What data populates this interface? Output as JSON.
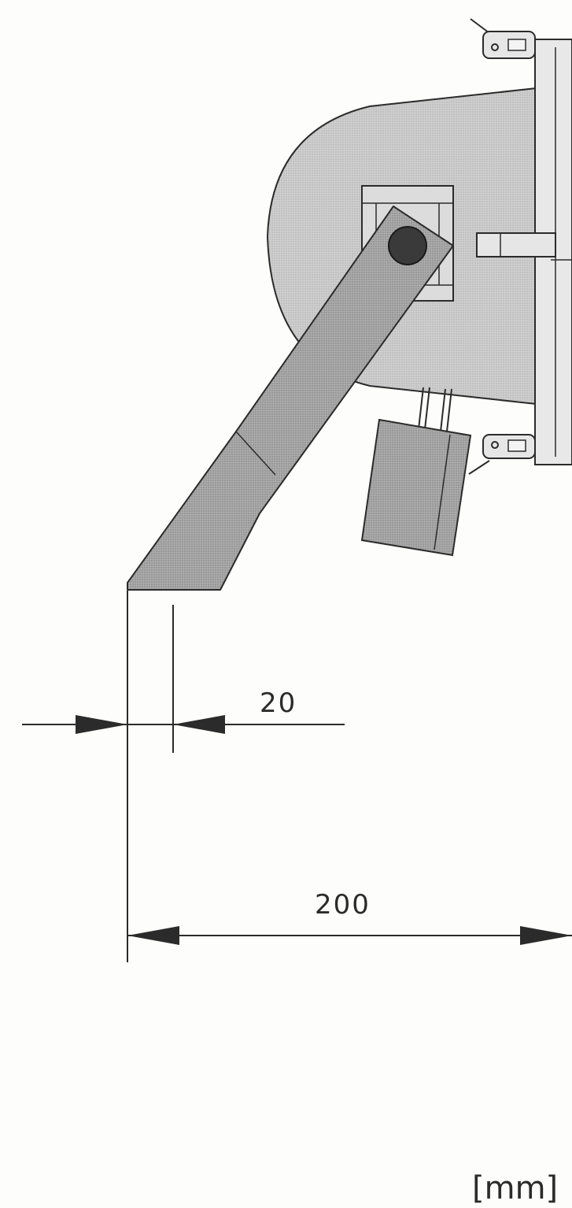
{
  "dimensions": {
    "offset_value": "20",
    "reach_value": "200"
  },
  "units": "[mm]",
  "colors": {
    "housing_fill": "#d4d4d4",
    "arm_fill": "#a9a9a9",
    "pin_fill": "#3a3a3a",
    "line": "#2b2b2b",
    "background": "#fdfdfb"
  }
}
